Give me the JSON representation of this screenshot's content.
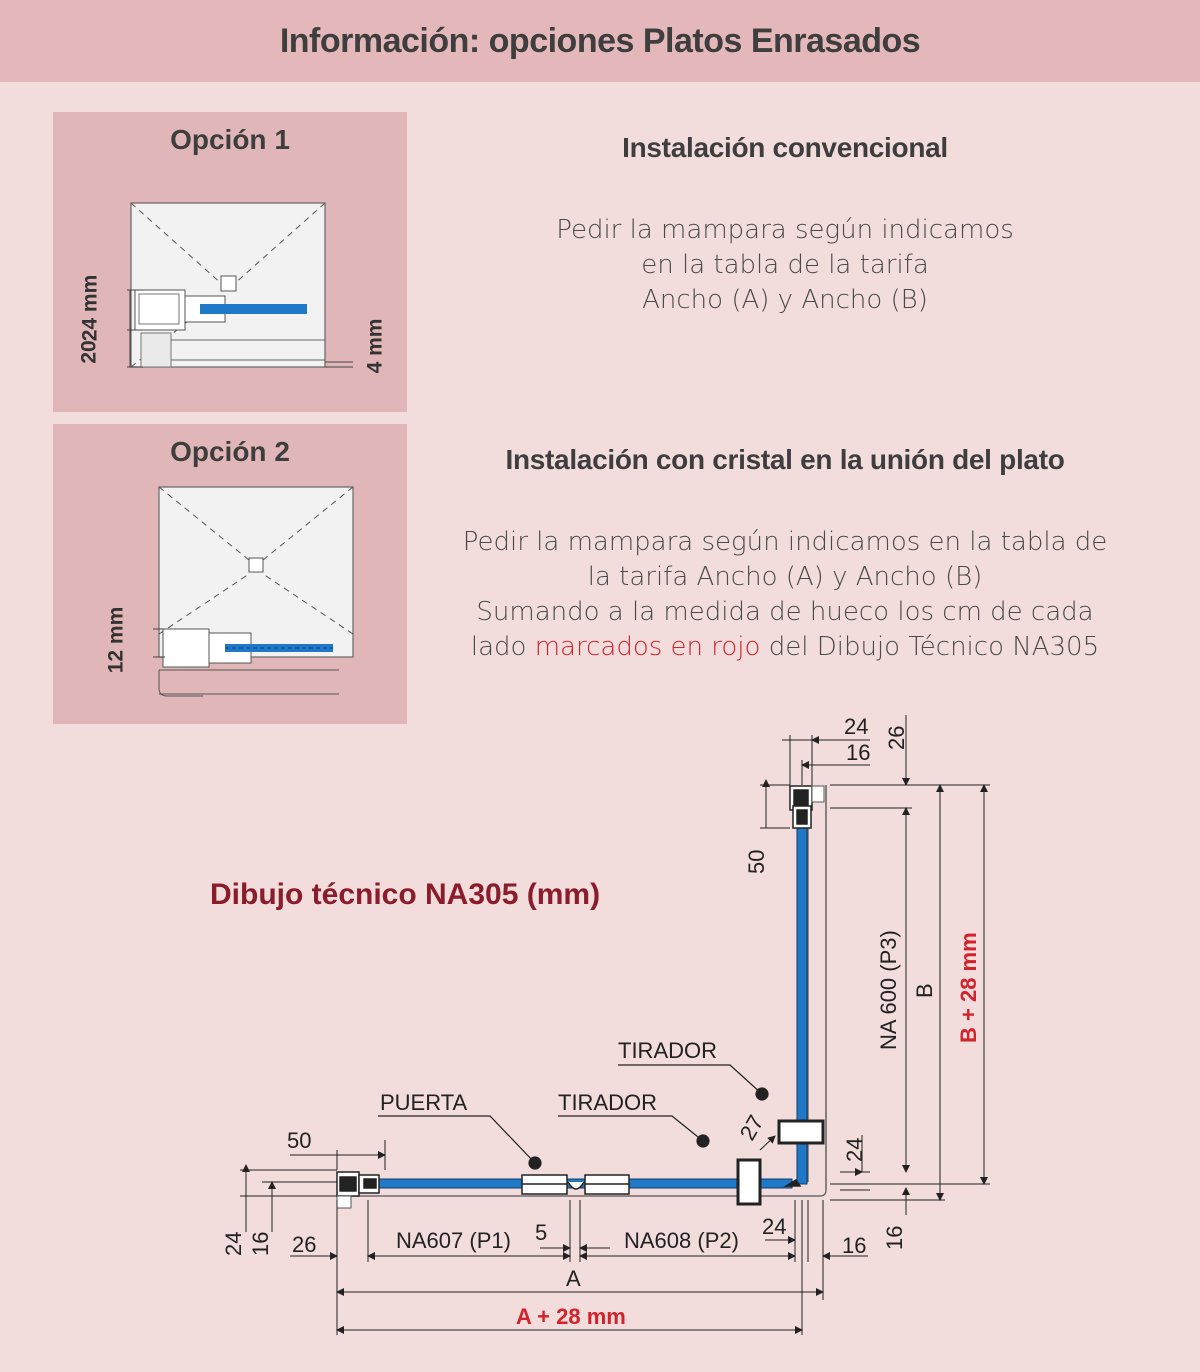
{
  "header": {
    "title": "Información: opciones Platos Enrasados"
  },
  "option1": {
    "label": "Opción 1",
    "dims": {
      "left_top": "24 mm",
      "left_bottom": "20",
      "right": "4 mm"
    },
    "title": "Instalación convencional",
    "text": [
      "Pedir la mampara según indicamos",
      "en la tabla de la tarifa",
      "Ancho (A) y Ancho (B)"
    ]
  },
  "option2": {
    "label": "Opción 2",
    "dims": {
      "left": "12 mm"
    },
    "title": "Instalación con cristal en la unión del plato",
    "text": [
      "Pedir la mampara según indicamos en la tabla de",
      "la tarifa Ancho (A) y Ancho (B)",
      "Sumando a la medida de hueco los cm de cada"
    ],
    "text_last_prefix": "lado ",
    "text_last_red": "marcados en rojo",
    "text_last_suffix": " del Dibujo Técnico NA305"
  },
  "technical": {
    "title": "Dibujo técnico NA305 (mm)",
    "labels": {
      "puerta": "PUERTA",
      "tirador_bottom": "TIRADOR",
      "tirador_top": "TIRADOR",
      "p1": "NA607 (P1)",
      "p2": "NA608 (P2)",
      "p3": "NA 600 (P3)",
      "a": "A",
      "b": "B",
      "a28": "A + 28 mm",
      "b28": "B + 28 mm"
    },
    "dims": {
      "top_24": "24",
      "top_16": "16",
      "top_26": "26",
      "top_50": "50",
      "left_50": "50",
      "left_24": "24",
      "left_16": "16",
      "bottom_26": "26",
      "gap_5": "5",
      "right_24": "24",
      "right_16": "16",
      "corner_27": "27",
      "side_24": "24",
      "side_16": "16"
    },
    "colors": {
      "glass": "#1f78c8",
      "red": "#d2232a",
      "title": "#8a1c2c"
    }
  }
}
